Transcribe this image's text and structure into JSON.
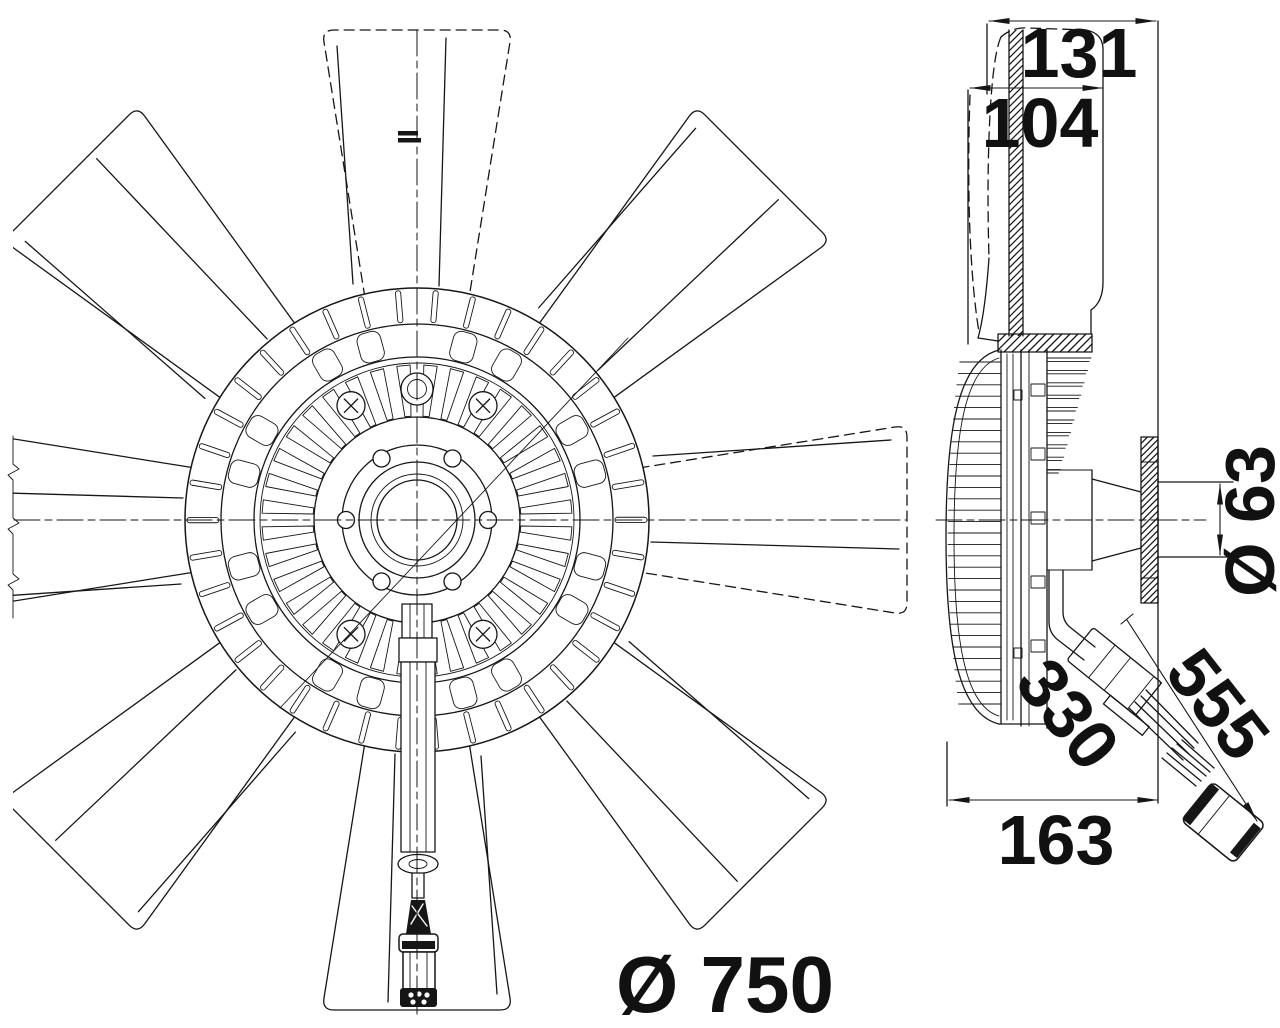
{
  "canvas": {
    "background": "#ffffff",
    "ink": "#161616"
  },
  "front_view": {
    "blade_count": 8,
    "slot_count": 38,
    "fin_count": 36,
    "bolt_count": 6,
    "screw_count": 4
  },
  "dimensions": {
    "overall_width": {
      "label": "131"
    },
    "inner_width": {
      "label": "104"
    },
    "pilot_diameter": {
      "label": "Ø 63"
    },
    "cable_length": {
      "label": "555"
    },
    "sensor_length": {
      "label": "330"
    },
    "hub_depth": {
      "label": "163"
    },
    "fan_diameter": {
      "label": "Ø 750"
    }
  }
}
